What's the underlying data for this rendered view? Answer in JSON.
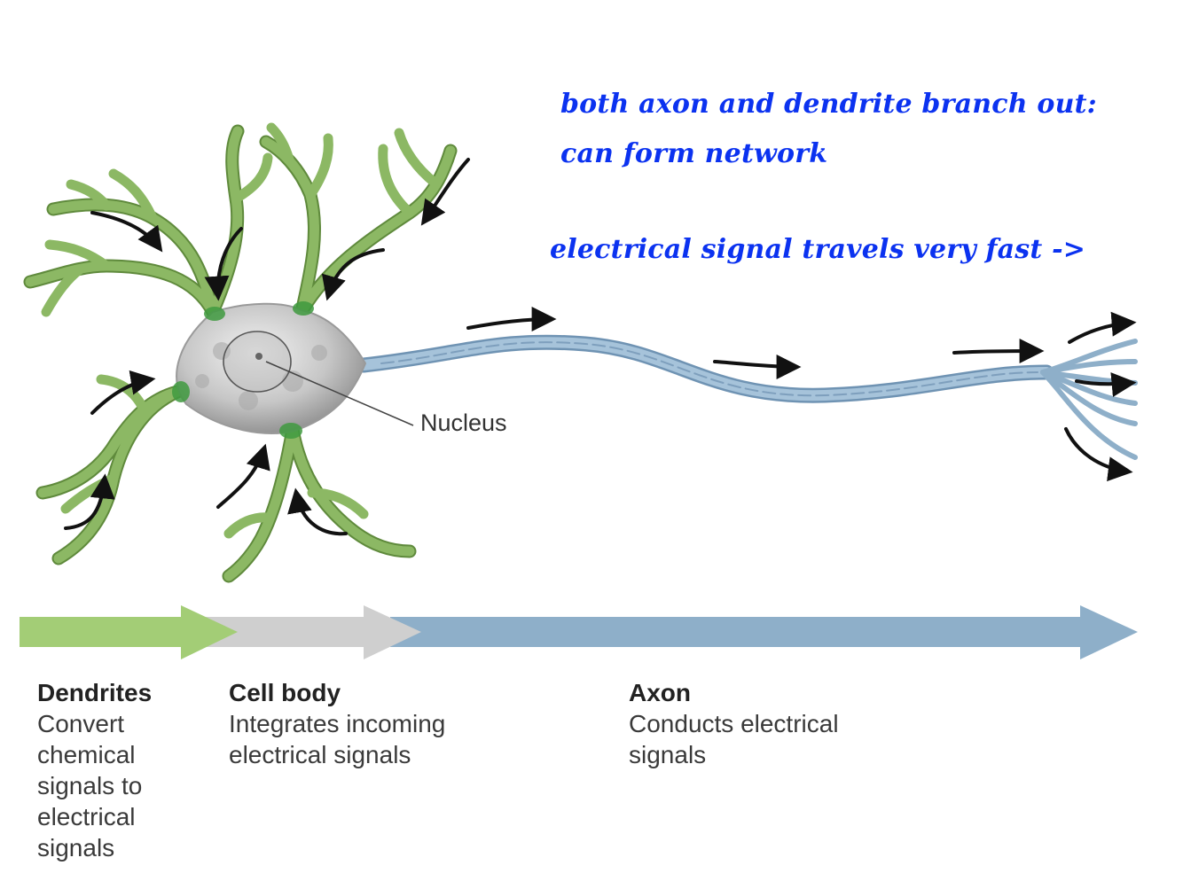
{
  "annotations": {
    "line1": "both axon and dendrite branch out:",
    "line2": "can form network",
    "line3": "electrical signal travels very fast ->"
  },
  "labels": {
    "nucleus": "Nucleus"
  },
  "sections": [
    {
      "title": "Dendrites",
      "description": "Convert\nchemical\nsignals to\nelectrical\nsignals",
      "color": "#a3cd76"
    },
    {
      "title": "Cell body",
      "description": "Integrates incoming\nelectrical signals",
      "color": "#cfcfcf"
    },
    {
      "title": "Axon",
      "description": "Conducts electrical\nsignals",
      "color": "#8eafc9"
    }
  ],
  "colors": {
    "dendrite": "#8cb864",
    "dendrite_dark": "#5f8a3c",
    "synapse": "#3f9a3f",
    "axon": "#a6c3da",
    "axon_edge": "#6f93b3",
    "soma": "#c9c9c9",
    "annotation": "#0b32f0"
  }
}
